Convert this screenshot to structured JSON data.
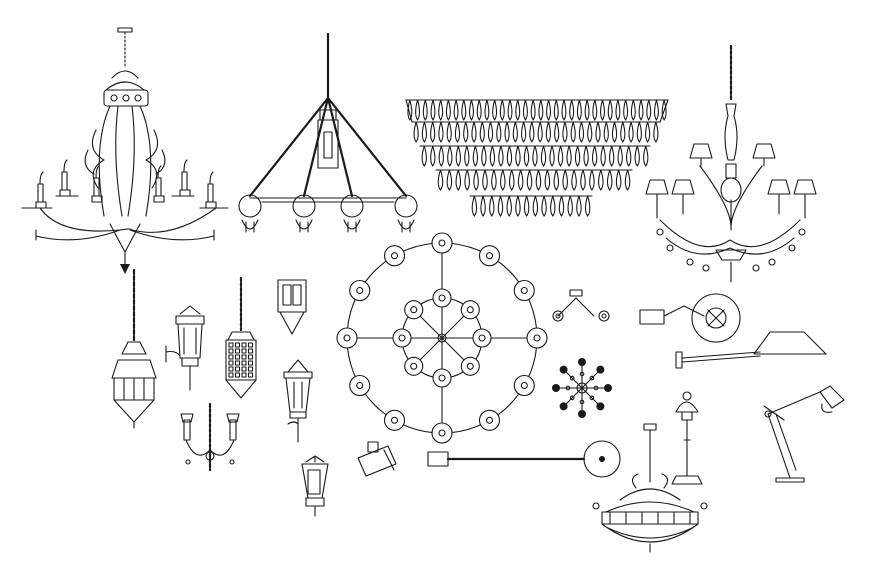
{
  "drawing": {
    "background": "#ffffff",
    "line_color": "#1a1a1a",
    "symbols": [
      {
        "id": "candle-chandelier",
        "icon": "candle-chandelier-icon"
      },
      {
        "id": "pendant-cluster",
        "icon": "pendant-cluster-icon"
      },
      {
        "id": "crystal-tier-chandelier",
        "icon": "crystal-tier-chandelier-icon"
      },
      {
        "id": "shade-chandelier",
        "icon": "shade-chandelier-icon"
      },
      {
        "id": "ring-chandelier-plan",
        "icon": "ring-chandelier-plan-icon"
      },
      {
        "id": "lantern-pendant",
        "icon": "lantern-pendant-icon"
      },
      {
        "id": "wall-lantern-1",
        "icon": "wall-lantern-icon"
      },
      {
        "id": "wall-lantern-2",
        "icon": "wall-lantern-icon"
      },
      {
        "id": "hanging-lantern",
        "icon": "hanging-lantern-icon"
      },
      {
        "id": "wall-sconce-box",
        "icon": "wall-sconce-icon"
      },
      {
        "id": "candle-sconce",
        "icon": "candle-sconce-icon"
      },
      {
        "id": "post-lantern",
        "icon": "post-lantern-icon"
      },
      {
        "id": "spot-light",
        "icon": "spotlight-icon"
      },
      {
        "id": "two-light-plan",
        "icon": "two-light-plan-icon"
      },
      {
        "id": "star-fixture-plan",
        "icon": "star-fixture-plan-icon"
      },
      {
        "id": "arm-lamp-plan",
        "icon": "arm-lamp-plan-icon"
      },
      {
        "id": "wall-arm-plan",
        "icon": "wall-arm-plan-icon"
      },
      {
        "id": "shade-wall-lamp",
        "icon": "wall-lamp-icon"
      },
      {
        "id": "desk-lamp",
        "icon": "desk-lamp-icon"
      },
      {
        "id": "architect-lamp",
        "icon": "architect-lamp-icon"
      },
      {
        "id": "bowl-chandelier",
        "icon": "bowl-chandelier-icon"
      }
    ]
  }
}
